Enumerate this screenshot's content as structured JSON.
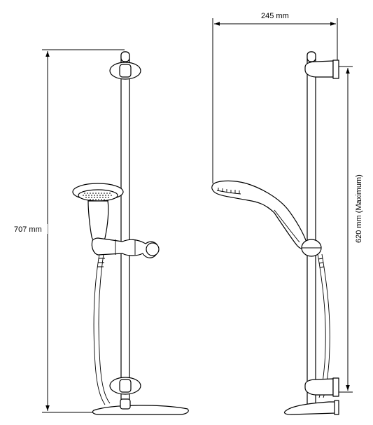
{
  "dimensions": {
    "height_total": "707 mm",
    "depth": "245 mm",
    "height_adjustable": "620 mm (Maximum)"
  }
}
